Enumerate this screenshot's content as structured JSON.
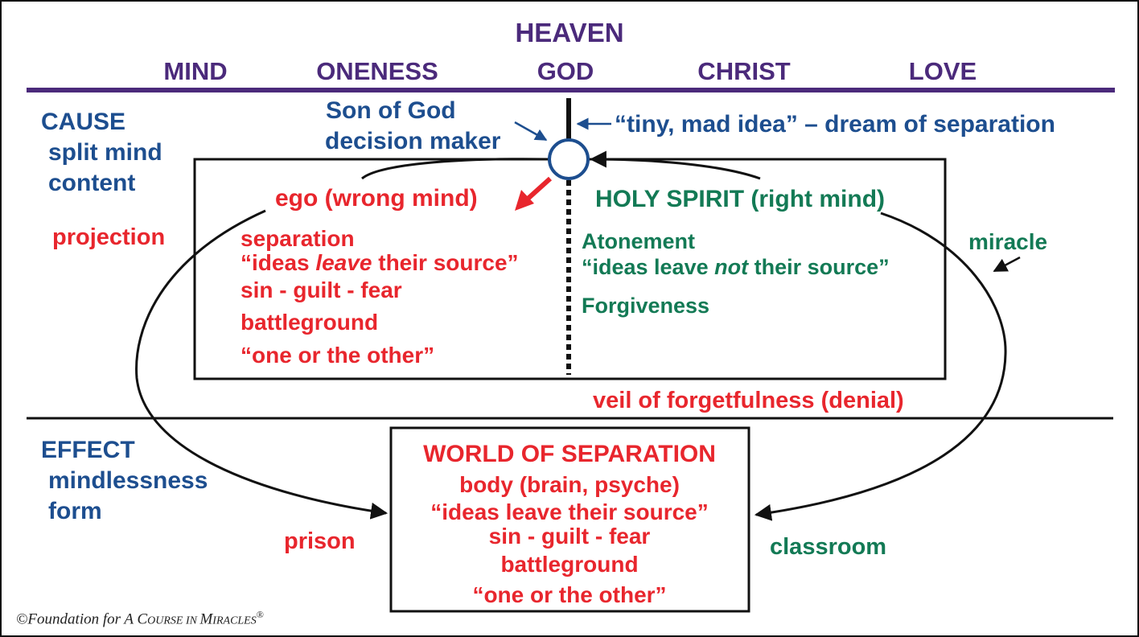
{
  "header": {
    "heaven": "HEAVEN",
    "attributes": [
      "MIND",
      "ONENESS",
      "GOD",
      "CHRIST",
      "LOVE"
    ]
  },
  "cause": {
    "heading": "CAUSE",
    "line1": "split mind",
    "line2": "content"
  },
  "effect": {
    "heading": "EFFECT",
    "line1": "mindlessness",
    "line2": "form"
  },
  "decision_maker": {
    "line1": "Son of God",
    "line2": "decision maker"
  },
  "tiny_mad_idea": "“tiny, mad idea” – dream of separation",
  "ego": {
    "heading": "ego (wrong mind)",
    "separation": "separation",
    "ideas_prefix": "“ideas ",
    "ideas_emphasis": "leave",
    "ideas_suffix": " their source”",
    "sin": "sin - guilt - fear",
    "battleground": "battleground",
    "one_or_other": "“one or the other”"
  },
  "holy_spirit": {
    "heading": "HOLY SPIRIT (right mind)",
    "atonement": "Atonement",
    "ideas_prefix": "“ideas leave ",
    "ideas_emphasis": "not",
    "ideas_suffix": " their source”",
    "forgiveness": "Forgiveness"
  },
  "labels": {
    "projection": "projection",
    "miracle": "miracle",
    "veil": "veil of forgetfulness (denial)",
    "prison": "prison",
    "classroom": "classroom"
  },
  "world": {
    "heading": "WORLD OF SEPARATION",
    "body": "body (brain, psyche)",
    "ideas": "“ideas leave their source”",
    "sin": "sin - guilt - fear",
    "battleground": "battleground",
    "one_or_other": "“one or the other”"
  },
  "copyright": {
    "prefix": "©Foundation for A ",
    "c1": "C",
    "ourse": "OURSE",
    "in": " IN ",
    "m": "M",
    "iracles": "IRACLES",
    "mark": "®"
  },
  "colors": {
    "purple": "#4b2a7b",
    "blue": "#1d4e8f",
    "red": "#e8262d",
    "green": "#137a55"
  }
}
